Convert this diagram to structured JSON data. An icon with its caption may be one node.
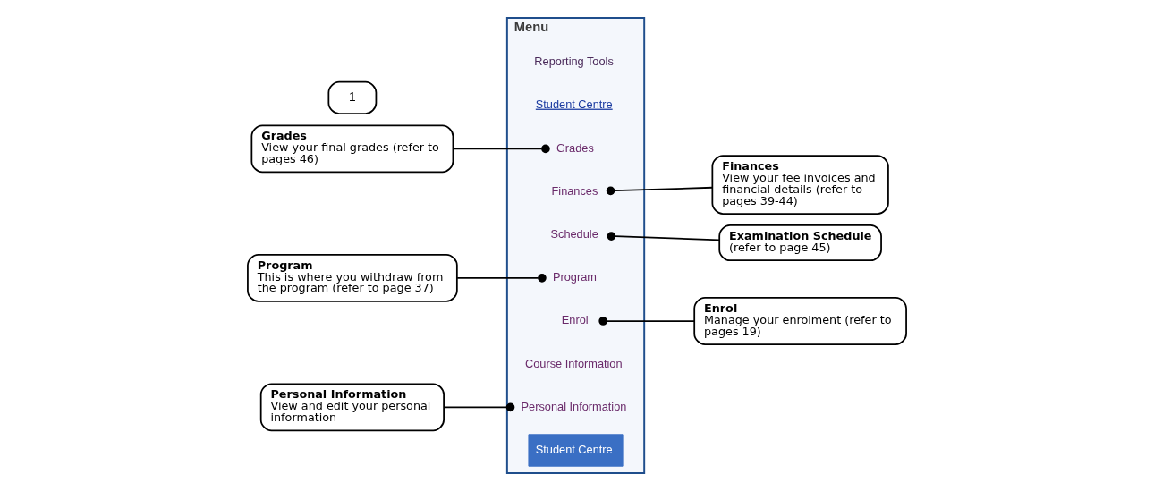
{
  "diagram": {
    "nodes": [
      {
        "text": [
          "1"
        ]
      },
      {
        "text": [
          "Menu"
        ]
      },
      {
        "text": [
          "Student Centre"
        ],
        "in": 1
      },
      {
        "text": [
          "Personal Information"
        ],
        "in": 1
      },
      {
        "text": [
          "Course Information"
        ],
        "in": 1
      },
      {
        "text": [
          "Enrol"
        ],
        "in": 1
      },
      {
        "text": [
          "Program"
        ],
        "in": 1
      },
      {
        "text": [
          "Schedule"
        ],
        "in": 1
      },
      {
        "text": [
          "Finances"
        ],
        "in": 1
      },
      {
        "text": [
          "Grades"
        ],
        "in": 1
      },
      {
        "text": [
          "Student Centre"
        ],
        "in": 1
      },
      {
        "text": [
          "Reporting Tools"
        ],
        "in": 1
      },
      {
        "text": [
          "Personal Information",
          "View and edit your personal information"
        ]
      },
      {
        "text": [
          "Enrol",
          "Manage your enrolment (refer to pages 19)"
        ]
      },
      {
        "text": [
          "Program",
          "This is where you withdraw from the program (refer to page 37)"
        ]
      },
      {
        "text": [
          "Examination Schedule",
          "(refer to page 45)"
        ]
      },
      {
        "text": [
          "Grades",
          "View your final grades (refer to pages 46)"
        ]
      },
      {
        "text": [
          "Finances",
          "View your fee invoices and financial details (refer to pages 39-44)"
        ]
      }
    ],
    "edges": [
      {
        "from": 12,
        "to": 3,
        "arrow": "other"
      },
      {
        "from": 13,
        "to": 5,
        "arrow": "other"
      },
      {
        "from": 14,
        "to": 6,
        "arrow": "other"
      },
      {
        "from": 15,
        "to": 7,
        "arrow": "other"
      },
      {
        "from": 16,
        "to": 9,
        "arrow": "other"
      },
      {
        "from": 17,
        "to": 8,
        "arrow": "other"
      }
    ]
  }
}
